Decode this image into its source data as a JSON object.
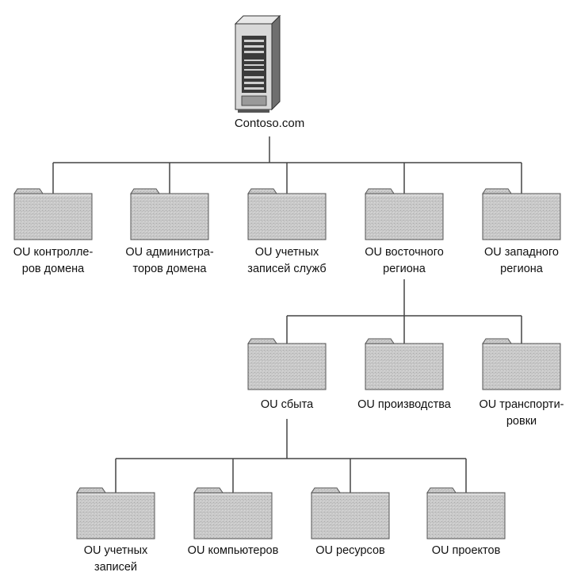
{
  "root": {
    "label": "Contoso.com",
    "icon": "server-icon"
  },
  "level1": [
    {
      "id": "ou-domain-controllers",
      "lines": [
        "OU контролле-",
        "ров домена"
      ]
    },
    {
      "id": "ou-domain-admins",
      "lines": [
        "OU администра-",
        "торов домена"
      ]
    },
    {
      "id": "ou-service-accounts",
      "lines": [
        "OU учетных",
        "записей служб"
      ]
    },
    {
      "id": "ou-east-region",
      "lines": [
        "OU восточного",
        "региона"
      ]
    },
    {
      "id": "ou-west-region",
      "lines": [
        "OU западного",
        "региона"
      ]
    }
  ],
  "level2": [
    {
      "id": "ou-sales",
      "lines": [
        "OU сбыта"
      ]
    },
    {
      "id": "ou-production",
      "lines": [
        "OU производства"
      ]
    },
    {
      "id": "ou-transport",
      "lines": [
        "OU транспорти-",
        "ровки"
      ]
    }
  ],
  "level3": [
    {
      "id": "ou-user-accounts",
      "lines": [
        "OU учетных",
        "записей"
      ]
    },
    {
      "id": "ou-computers",
      "lines": [
        "OU компьютеров"
      ]
    },
    {
      "id": "ou-resources",
      "lines": [
        "OU ресурсов"
      ]
    },
    {
      "id": "ou-projects",
      "lines": [
        "OU проектов"
      ]
    }
  ],
  "colors": {
    "folder_fill": "#c9c9c9",
    "folder_stroke": "#555555",
    "line": "#444444",
    "server_dark": "#3a3a3a",
    "server_light": "#bdbdbd"
  }
}
